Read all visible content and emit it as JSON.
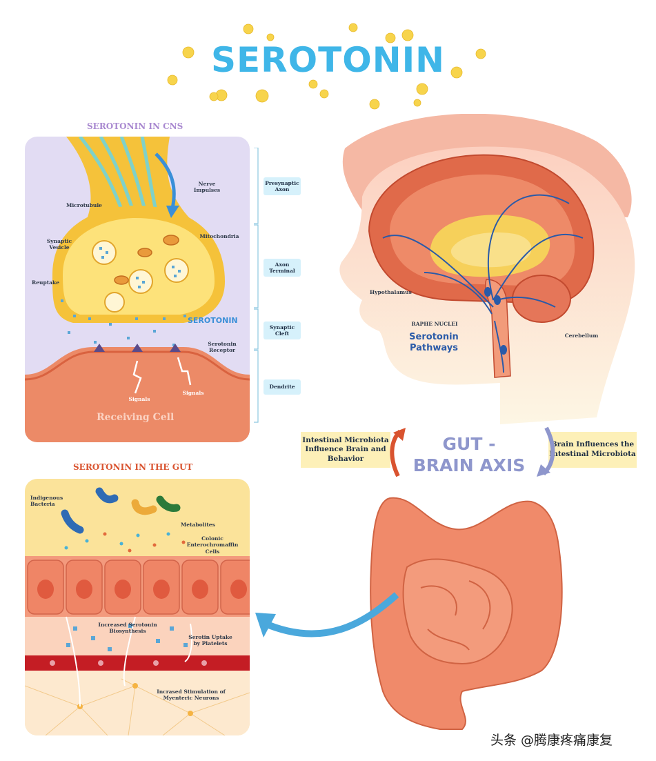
{
  "title": "SEROTONIN",
  "cns": {
    "section_title": "SEROTONIN IN CNS",
    "labels": {
      "nerve_impulses": "Nerve Impulses",
      "microtubule": "Microtubule",
      "synaptic_vesicle": "Synaptic Vesicle",
      "mitochondria": "Mitochondria",
      "reuptake": "Reuptake",
      "serotonin": "SEROTONIN",
      "serotonin_receptor": "Serotonin Receptor",
      "signals_left": "Signals",
      "signals_right": "Signals",
      "receiving_cell": "Receiving Cell"
    },
    "side_labels": [
      "Presynaptic Axon",
      "Axon Terminal",
      "Synaptic Cleft",
      "Dendrite"
    ]
  },
  "brain": {
    "labels": {
      "hypothalamus": "Hypothalamus",
      "raphe_nuclei": "RAPHE NUCLEI",
      "cerebellum": "Cerebellum",
      "pathways": "Serotonin Pathways"
    }
  },
  "axis": {
    "title": "GUT - BRAIN AXIS",
    "left_box": "Intestinal Microbiota Influence Brain and Behavior",
    "right_box": "Brain Influences the Intestinal Microbiota"
  },
  "gut": {
    "section_title": "SEROTONIN IN THE GUT",
    "labels": {
      "indigenous_bacteria": "Indigenous Bacteria",
      "metabolites": "Metabolites",
      "colonic_cells": "Colonic Enterochromaffin Cells",
      "increased_biosynthesis": "Increased Serotonin Biosynthesis",
      "uptake_platelets": "Serotin Uptake by Platelets",
      "myenteric": "Incrased Stimulation of Myenteric Neurons"
    }
  },
  "watermark": "头条 @腾康疼痛康复",
  "colors": {
    "title_blue": "#3fb6e8",
    "cns_title": "#a989d0",
    "gut_title": "#d9532f",
    "axis_text": "#8e96cc",
    "side_box": "#d6f1fb",
    "info_box": "#fdf0b8"
  }
}
